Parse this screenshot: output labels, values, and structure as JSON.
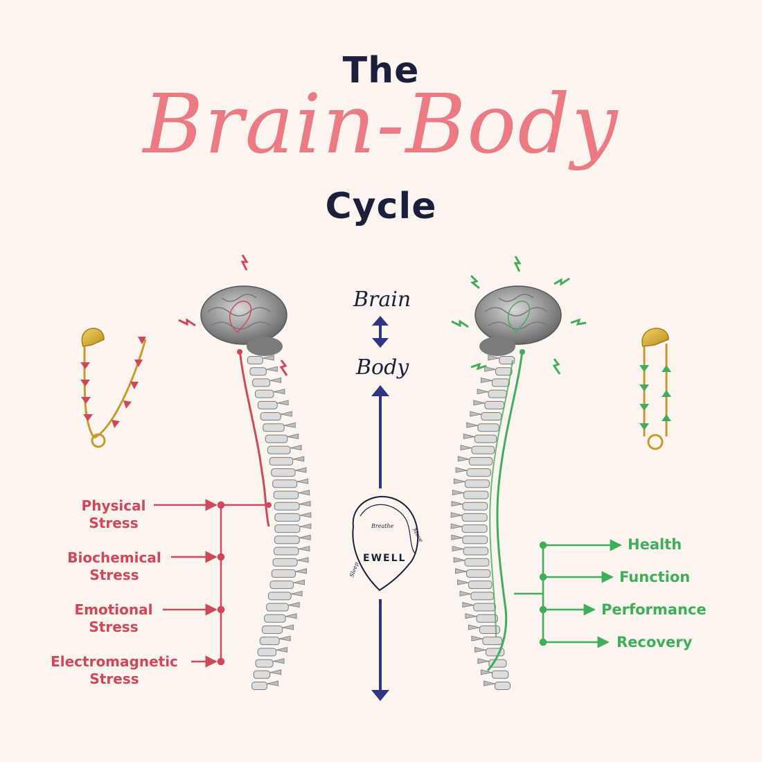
{
  "title": {
    "line1": "The",
    "script": "Brain-Body",
    "line3": "Cycle"
  },
  "center": {
    "brain_label": "Brain",
    "body_label": "Body",
    "arrow_color": "#2e3584"
  },
  "logo": {
    "name": "EWELL",
    "word1": "Breathe",
    "word2": "Move",
    "word3": "Sleep"
  },
  "stressors": [
    {
      "line1": "Physical",
      "line2": "Stress"
    },
    {
      "line1": "Biochemical",
      "line2": "Stress"
    },
    {
      "line1": "Emotional",
      "line2": "Stress"
    },
    {
      "line1": "Electromagnetic",
      "line2": "Stress"
    }
  ],
  "benefits": [
    "Health",
    "Function",
    "Performance",
    "Recovery"
  ],
  "colors": {
    "stress": "#d2465a",
    "benefit": "#3fae5a",
    "title_script": "#ec7a83",
    "title_dark": "#1c1f3c",
    "background": "#fcf4ee"
  }
}
